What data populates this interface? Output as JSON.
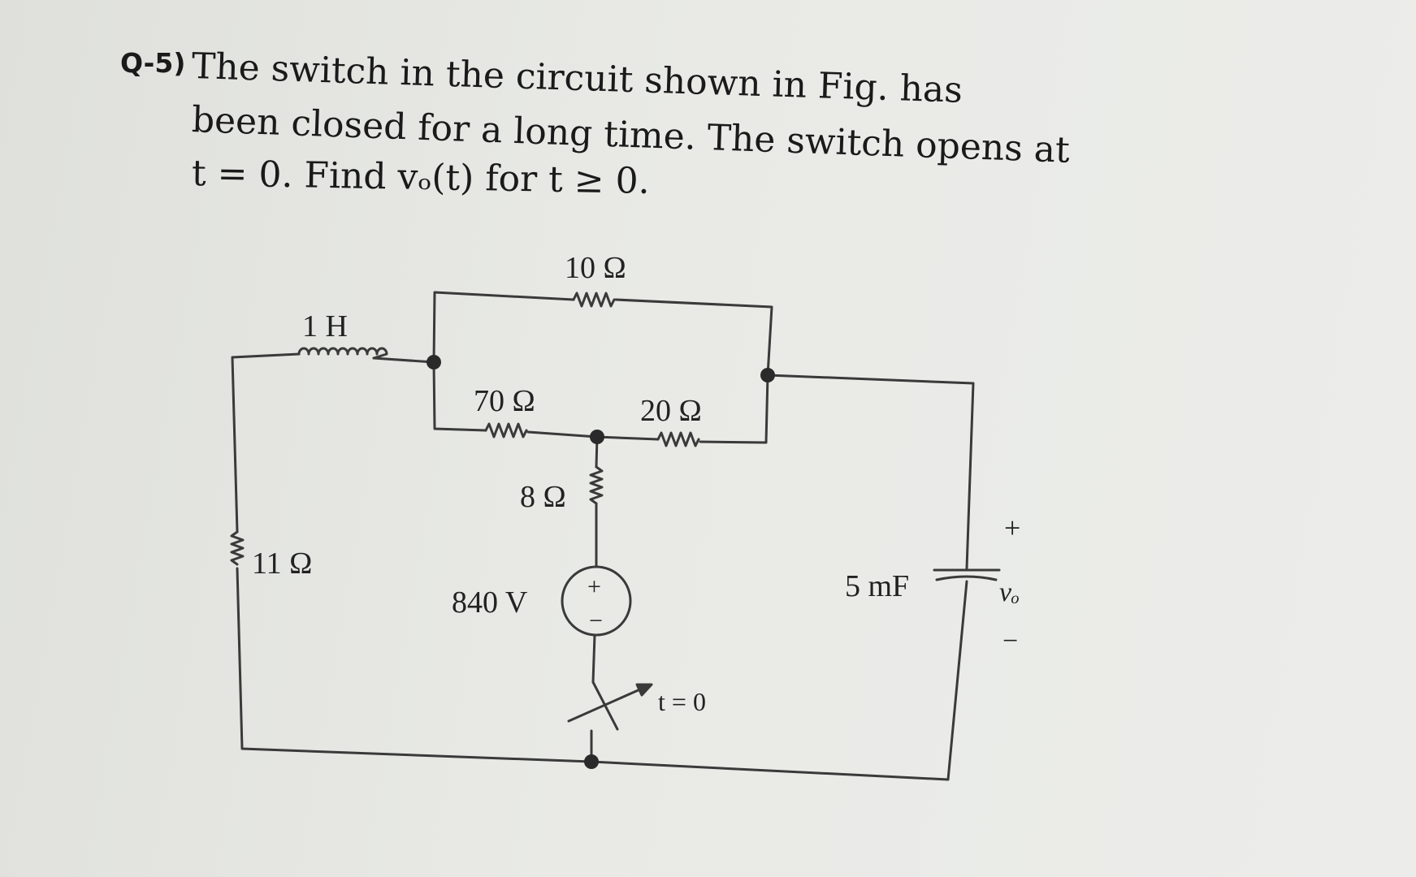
{
  "question": {
    "label": "Q-5)",
    "line1": "The switch in the circuit shown in Fig. has",
    "line2": "been closed for a long time. The switch opens at",
    "line3": "t = 0. Find vₒ(t) for t ≥ 0."
  },
  "circuit": {
    "inductor_label": "1 H",
    "r10_label": "10 Ω",
    "r70_label": "70 Ω",
    "r20_label": "20 Ω",
    "r8_label": "8 Ω",
    "r11_label": "11 Ω",
    "source_label": "840 V",
    "source_plus": "+",
    "source_minus": "−",
    "switch_label": "t = 0",
    "cap_label": "5 mF",
    "vo_plus": "+",
    "vo_label": "vₒ",
    "vo_minus": "−"
  },
  "colors": {
    "wire": "#3a3a3a",
    "text": "#1a1a1a"
  }
}
